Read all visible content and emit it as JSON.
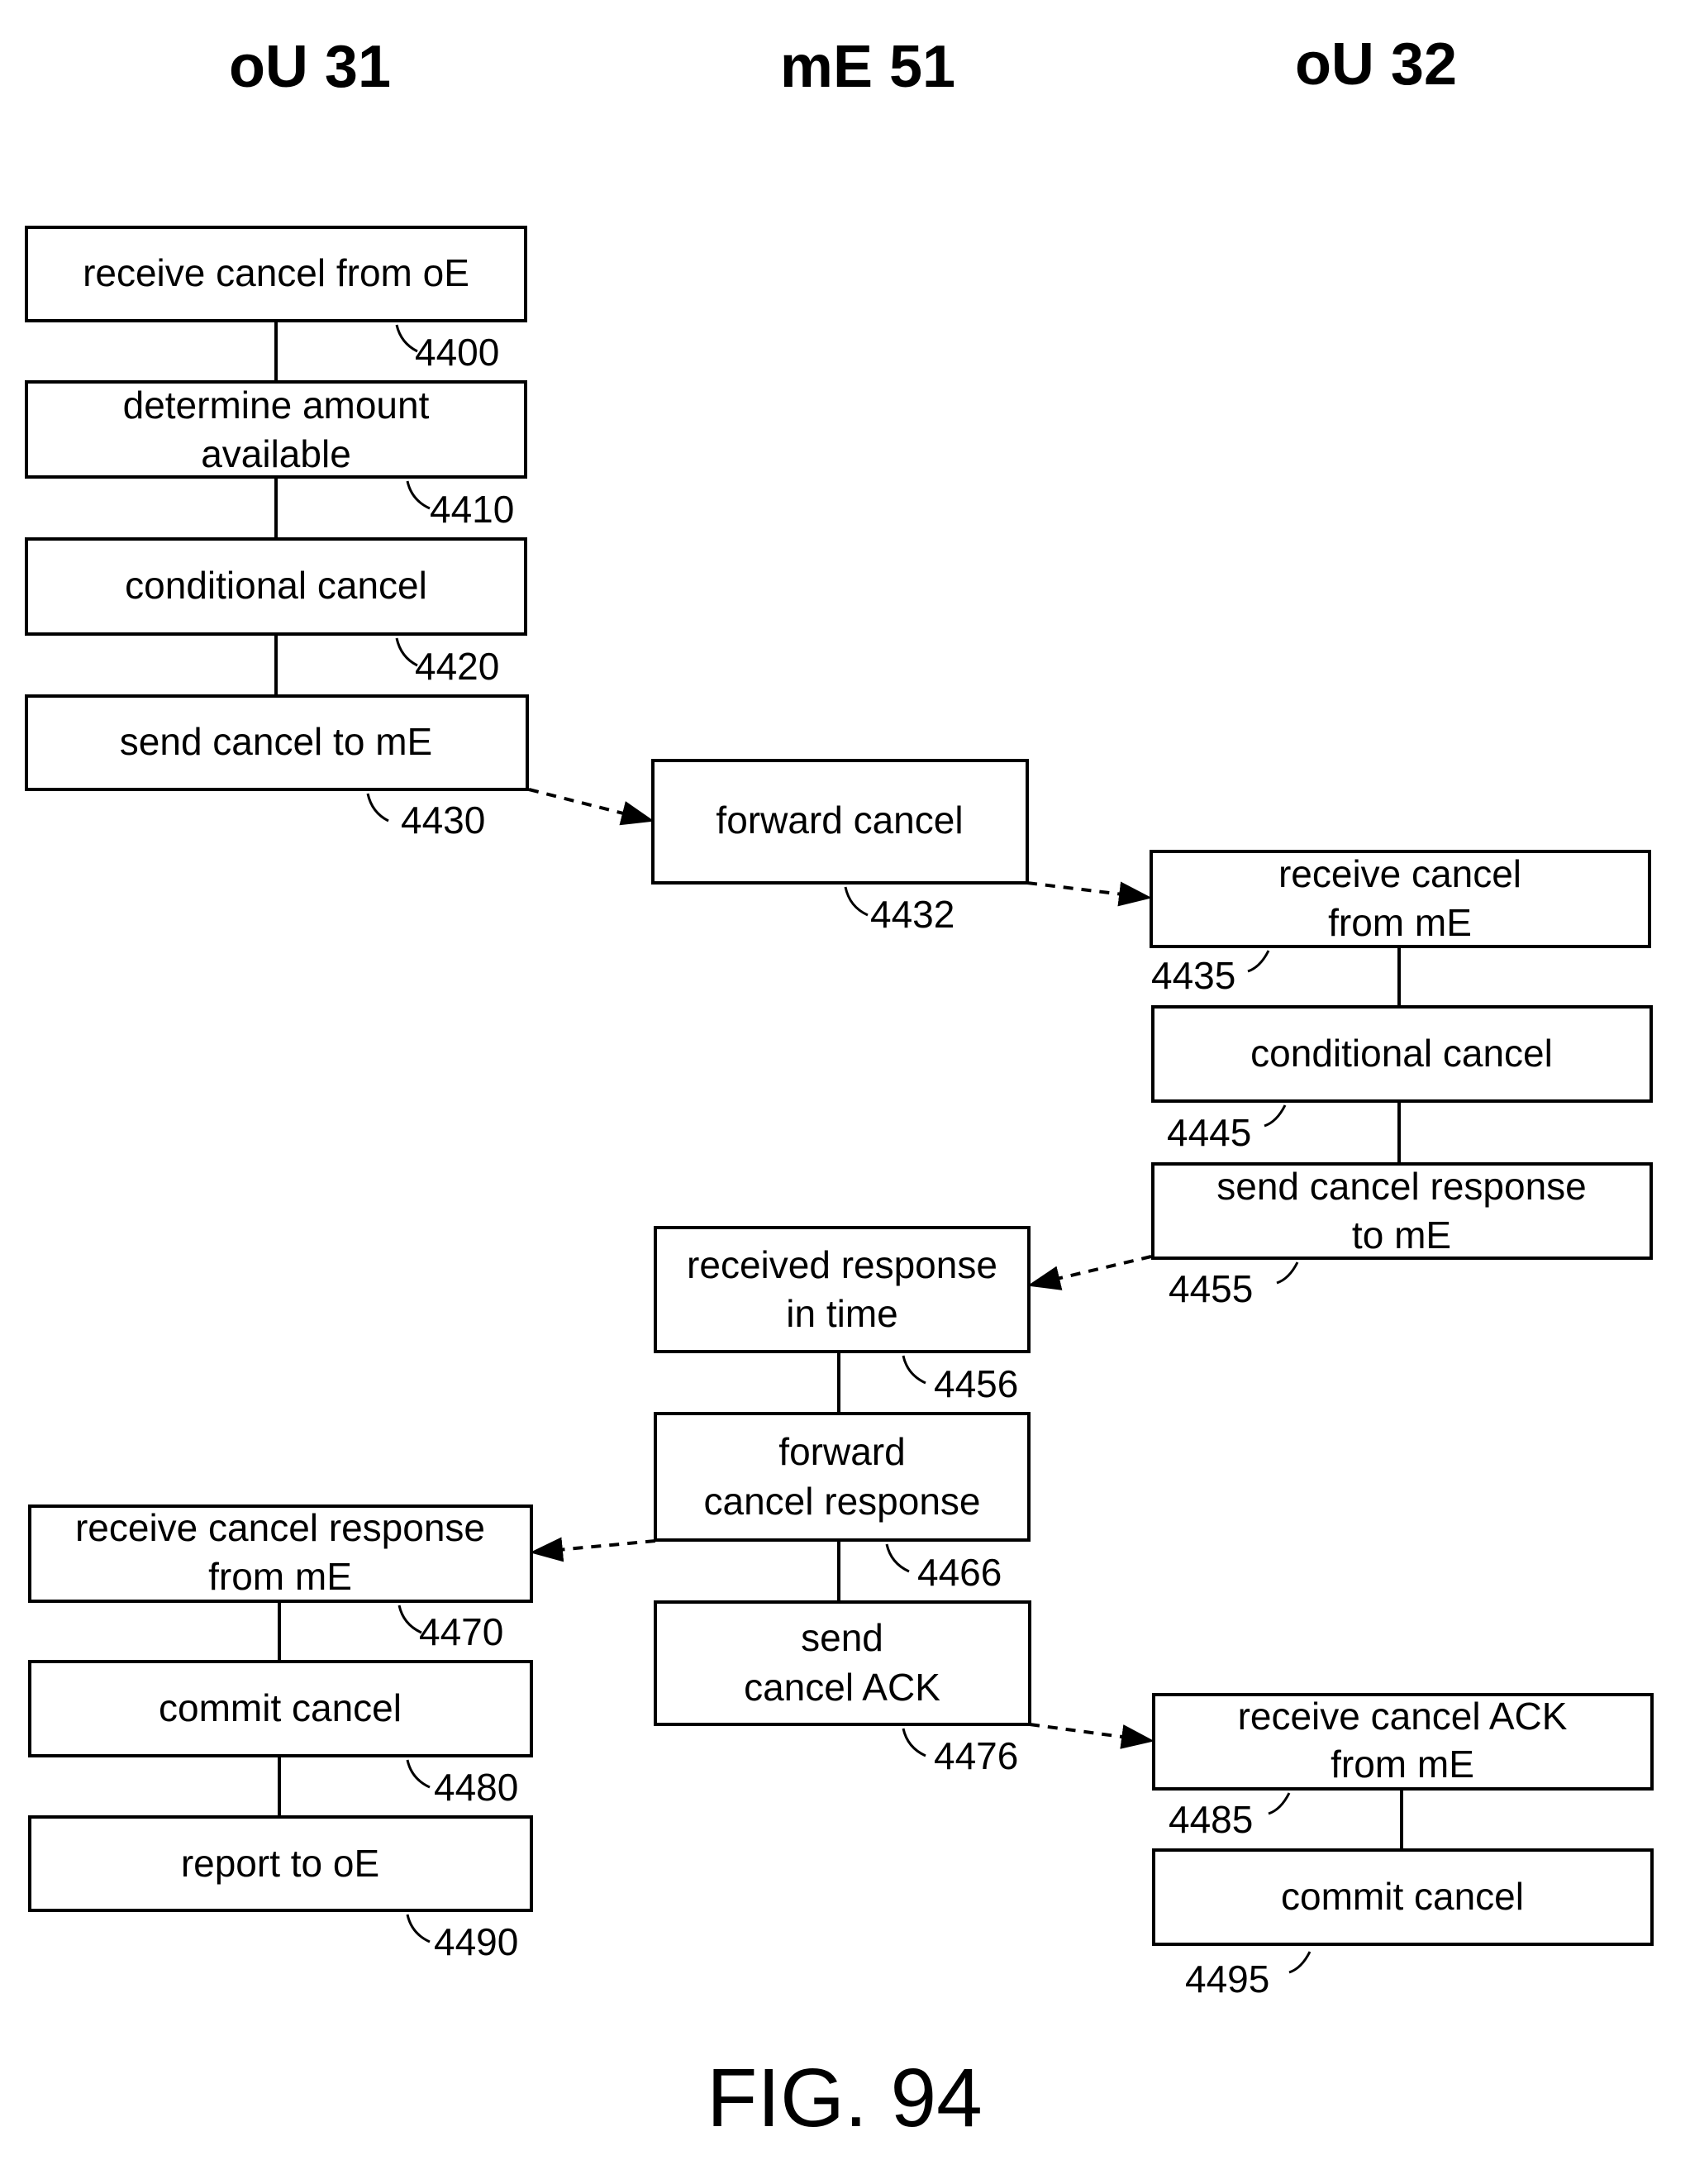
{
  "headers": {
    "col1": "oU 31",
    "col2": "mE 51",
    "col3": "oU 32"
  },
  "boxes": {
    "b4400": {
      "lines": [
        "receive cancel from oE"
      ],
      "ref": "4400"
    },
    "b4410": {
      "lines": [
        "determine amount",
        "available"
      ],
      "ref": "4410"
    },
    "b4420": {
      "lines": [
        "conditional cancel"
      ],
      "ref": "4420"
    },
    "b4430": {
      "lines": [
        "send cancel to mE"
      ],
      "ref": "4430"
    },
    "b4432": {
      "lines": [
        "forward cancel"
      ],
      "ref": "4432"
    },
    "b4435": {
      "lines": [
        "receive cancel",
        "from mE"
      ],
      "ref": "4435"
    },
    "b4445": {
      "lines": [
        "conditional cancel"
      ],
      "ref": "4445"
    },
    "b4455": {
      "lines": [
        "send cancel response",
        "to mE"
      ],
      "ref": "4455"
    },
    "b4456": {
      "lines": [
        "received response",
        "in time"
      ],
      "ref": "4456"
    },
    "b4466": {
      "lines": [
        "forward",
        "cancel response"
      ],
      "ref": "4466"
    },
    "b4470": {
      "lines": [
        "receive cancel response",
        "from mE"
      ],
      "ref": "4470"
    },
    "b4476": {
      "lines": [
        "send",
        "cancel ACK"
      ],
      "ref": "4476"
    },
    "b4480": {
      "lines": [
        "commit cancel"
      ],
      "ref": "4480"
    },
    "b4485": {
      "lines": [
        "receive cancel ACK",
        "from mE"
      ],
      "ref": "4485"
    },
    "b4490": {
      "lines": [
        "report to oE"
      ],
      "ref": "4490"
    },
    "b4495": {
      "lines": [
        "commit cancel"
      ],
      "ref": "4495"
    }
  },
  "figure_label": "FIG. 94"
}
